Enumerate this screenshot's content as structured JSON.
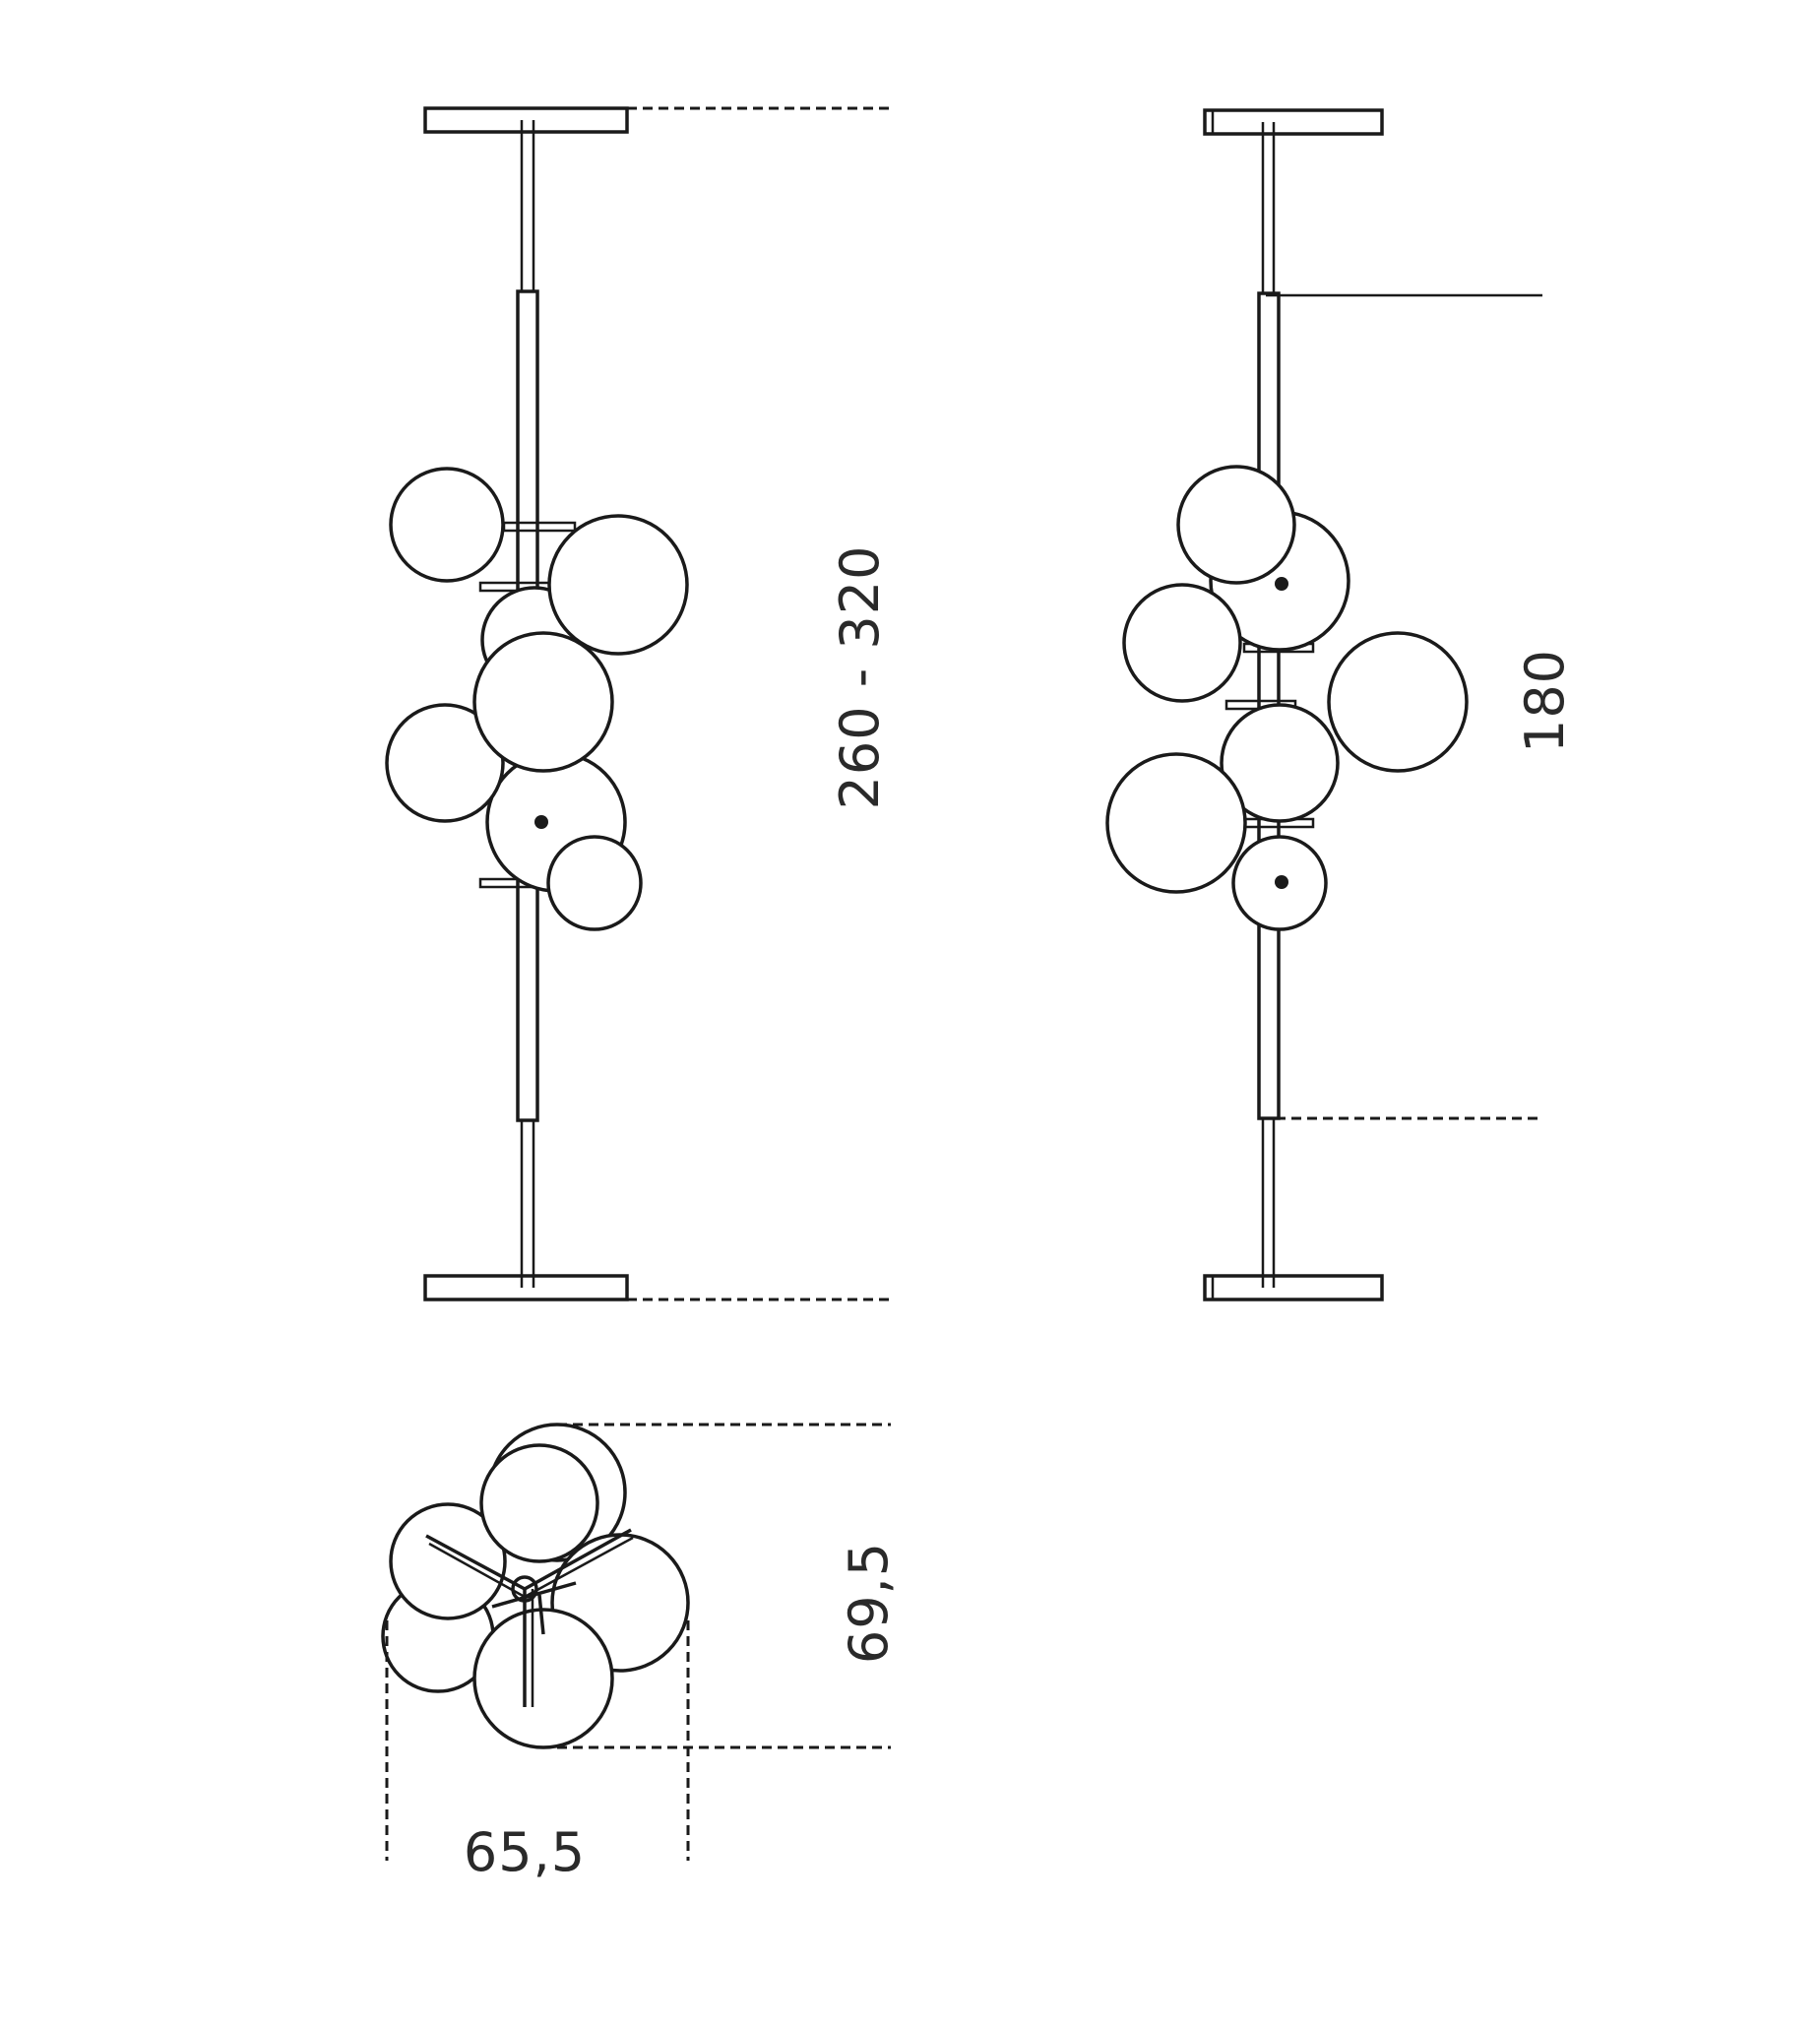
{
  "dimensions": {
    "height_range": "260 - 320",
    "side_height": "180",
    "depth": "69,5",
    "width": "65,5"
  },
  "colors": {
    "line": "#1a1a1a",
    "background": "#ffffff"
  }
}
